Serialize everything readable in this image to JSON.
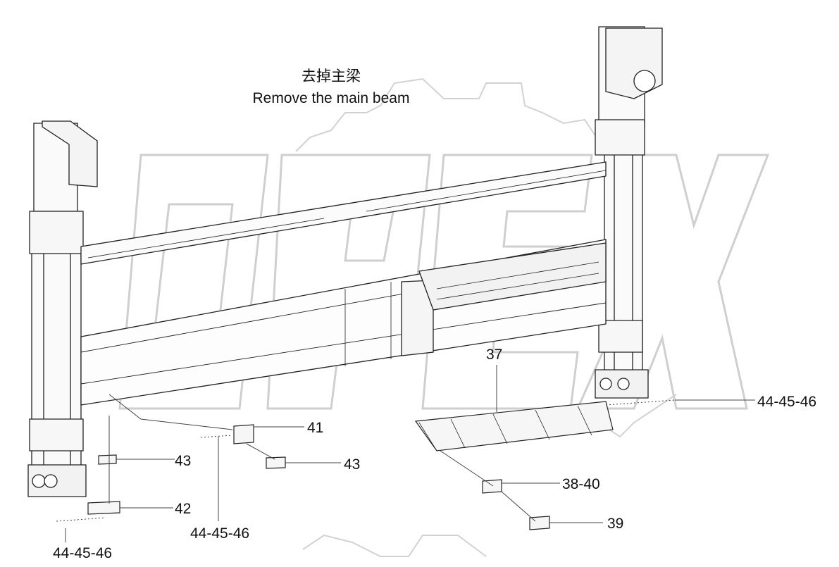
{
  "title_cn": "去掉主梁",
  "title_en": "Remove the main beam",
  "watermark": {
    "text": "OPEX",
    "color": "#d8d8d8"
  },
  "callouts": {
    "c37": "37",
    "c41": "41",
    "c43a": "43",
    "c43b": "43",
    "c42": "42",
    "c3840": "38-40",
    "c39": "39",
    "c444546_right": "44-45-46",
    "c444546_mid": "44-45-46",
    "c444546_left": "44-45-46"
  },
  "colors": {
    "line": "#222222",
    "light": "#9a9a9a",
    "fill": "#f2f2f2"
  }
}
